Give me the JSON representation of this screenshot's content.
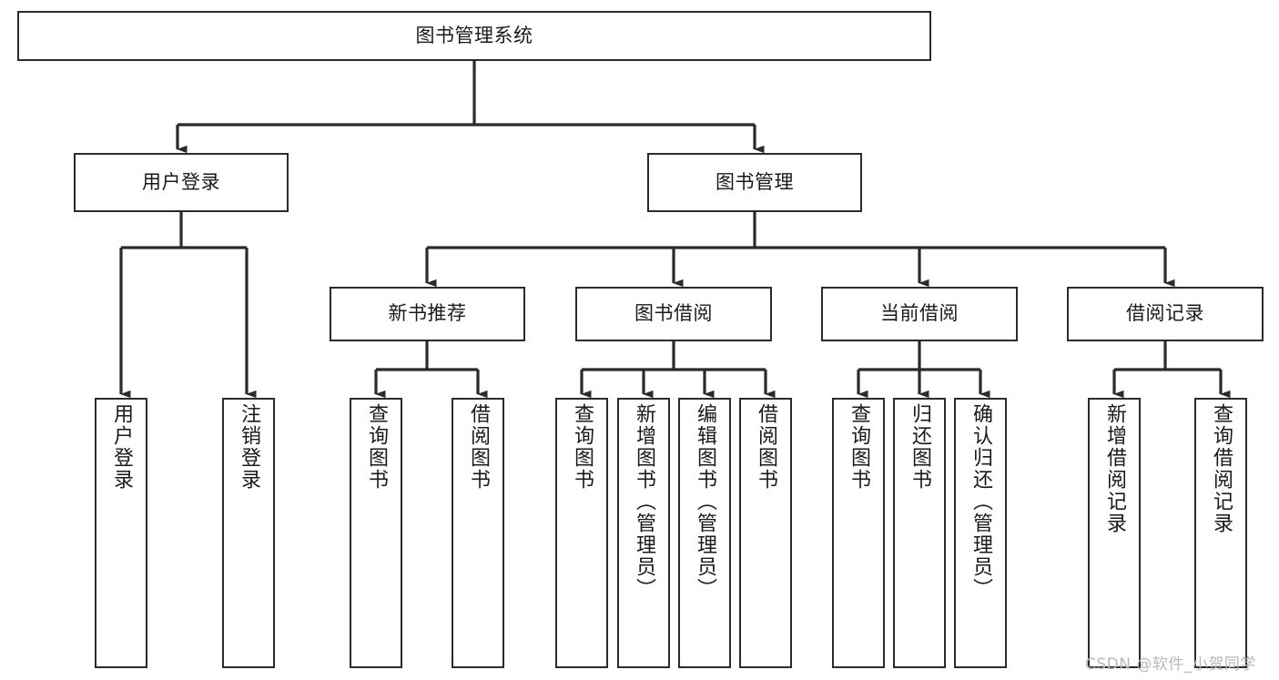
{
  "diagram": {
    "type": "tree-hierarchy-chart",
    "title": "图书管理系统",
    "background_color": "#ffffff",
    "box_border_color": "#2b2b2b",
    "connector_color": "#2b2b2b",
    "text_color": "#1a1a1a"
  },
  "nodes": {
    "root": {
      "label": "图书管理系统"
    },
    "level2": [
      {
        "id": "user-login",
        "label": "用户登录"
      },
      {
        "id": "book-management",
        "label": "图书管理"
      }
    ],
    "level3": [
      {
        "id": "new-book-recommend",
        "label": "新书推荐"
      },
      {
        "id": "book-borrow",
        "label": "图书借阅"
      },
      {
        "id": "current-borrow",
        "label": "当前借阅"
      },
      {
        "id": "borrow-record",
        "label": "借阅记录"
      }
    ],
    "leaves": {
      "user_login": [
        {
          "id": "leaf-user-login",
          "label": "用户登录"
        },
        {
          "id": "leaf-logout-login",
          "label": "注销登录"
        }
      ],
      "new_book_recommend": [
        {
          "id": "leaf-query-book-1",
          "label": "查询图书"
        },
        {
          "id": "leaf-borrow-book-1",
          "label": "借阅图书"
        }
      ],
      "book_borrow": [
        {
          "id": "leaf-query-book-2",
          "label": "查询图书"
        },
        {
          "id": "leaf-add-book",
          "label": "新增图书（管理员）"
        },
        {
          "id": "leaf-edit-book",
          "label": "编辑图书（管理员）"
        },
        {
          "id": "leaf-borrow-book-2",
          "label": "借阅图书"
        }
      ],
      "current_borrow": [
        {
          "id": "leaf-query-book-3",
          "label": "查询图书"
        },
        {
          "id": "leaf-return-book",
          "label": "归还图书"
        },
        {
          "id": "leaf-confirm-return",
          "label": "确认归还（管理员）"
        }
      ],
      "borrow_record": [
        {
          "id": "leaf-add-borrow-record",
          "label": "新增借阅记录"
        },
        {
          "id": "leaf-query-borrow-record",
          "label": "查询借阅记录"
        }
      ]
    }
  },
  "watermark": {
    "text": "CSDN @软件_小贺同学"
  },
  "chart_data": {
    "type": "table",
    "title": "图书管理系统 功能结构图",
    "hierarchy": [
      {
        "label": "图书管理系统",
        "level": 1,
        "children": [
          {
            "label": "用户登录",
            "level": 2,
            "children": [
              {
                "label": "用户登录",
                "level": 3,
                "children": []
              },
              {
                "label": "注销登录",
                "level": 3,
                "children": []
              }
            ]
          },
          {
            "label": "图书管理",
            "level": 2,
            "children": [
              {
                "label": "新书推荐",
                "level": 3,
                "children": [
                  {
                    "label": "查询图书",
                    "level": 4,
                    "children": []
                  },
                  {
                    "label": "借阅图书",
                    "level": 4,
                    "children": []
                  }
                ]
              },
              {
                "label": "图书借阅",
                "level": 3,
                "children": [
                  {
                    "label": "查询图书",
                    "level": 4,
                    "children": []
                  },
                  {
                    "label": "新增图书（管理员）",
                    "level": 4,
                    "children": []
                  },
                  {
                    "label": "编辑图书（管理员）",
                    "level": 4,
                    "children": []
                  },
                  {
                    "label": "借阅图书",
                    "level": 4,
                    "children": []
                  }
                ]
              },
              {
                "label": "当前借阅",
                "level": 3,
                "children": [
                  {
                    "label": "查询图书",
                    "level": 4,
                    "children": []
                  },
                  {
                    "label": "归还图书",
                    "level": 4,
                    "children": []
                  },
                  {
                    "label": "确认归还（管理员）",
                    "level": 4,
                    "children": []
                  }
                ]
              },
              {
                "label": "借阅记录",
                "level": 3,
                "children": [
                  {
                    "label": "新增借阅记录",
                    "level": 4,
                    "children": []
                  },
                  {
                    "label": "查询借阅记录",
                    "level": 4,
                    "children": []
                  }
                ]
              }
            ]
          }
        ]
      }
    ]
  }
}
